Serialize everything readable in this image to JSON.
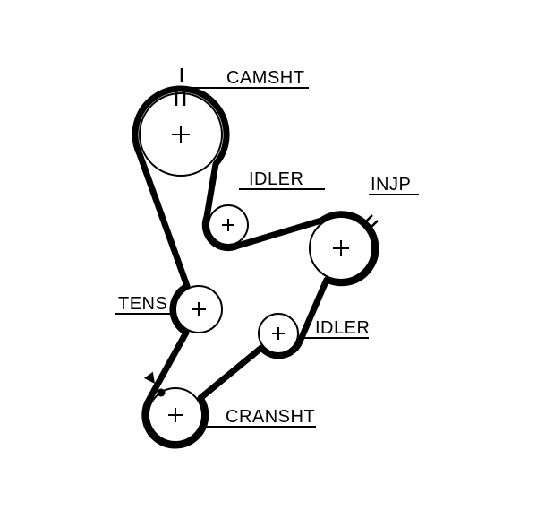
{
  "diagram": {
    "background_color": "#ffffff",
    "ink_color": "#000000",
    "labels": {
      "camshaft": "CAMSHT",
      "idler_upper": "IDLER",
      "injection_pump": "INJP",
      "tensioner": "TENS",
      "idler_lower": "IDLER",
      "crankshaft": "CRANSHT"
    }
  }
}
